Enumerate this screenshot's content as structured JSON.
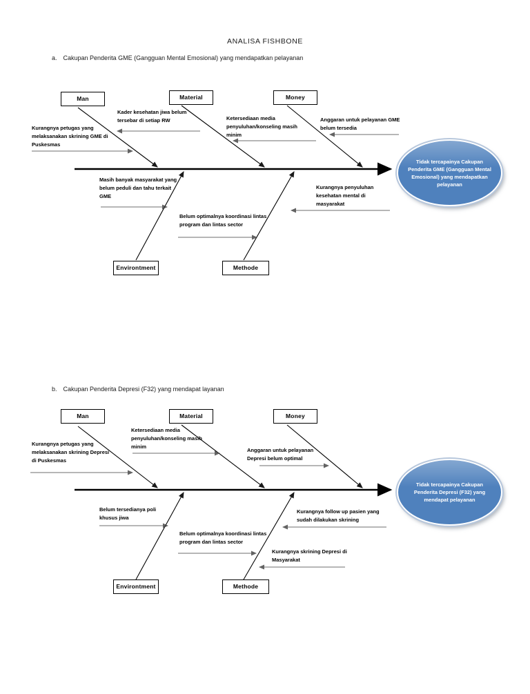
{
  "page": {
    "title": "ANALISA FISHBONE"
  },
  "colors": {
    "effect-fill": "#4f81bd",
    "effect-rim": "#b7c7dc",
    "line": "#000000",
    "cause-arrow": "#4a4a4a"
  },
  "categories": {
    "man": "Man",
    "material": "Material",
    "money": "Money",
    "environment": "Environtment",
    "methode": "Methode"
  },
  "sections": {
    "a": {
      "marker": "a.",
      "heading": "Cakupan Penderita GME (Gangguan Mental Emosional) yang mendapatkan pelayanan"
    },
    "b": {
      "marker": "b.",
      "heading": "Cakupan Penderita Depresi (F32) yang mendapat layanan"
    }
  },
  "diagram_a": {
    "effect": "Tidak tercapainya Cakupan Penderita GME (Gangguan Mental Emosional) yang mendapatkan pelayanan",
    "causes": {
      "kader": "Kader kesehatan jiwa belum tersebar di setiap RW",
      "petugas": "Kurangnya petugas yang melaksanakan skrining GME di Puskesmas",
      "media": "Ketersediaan media penyuluhan/konseling masih minim",
      "anggaran": "Anggaran untuk pelayanan GME belum tersedia",
      "masyarakat": "Masih banyak masyarakat yang belum peduli dan tahu terkait GME",
      "koordinasi": "Belum optimalnya koordinasi lintas program dan lintas sector",
      "penyuluhan": "Kurangnya penyuluhan kesehatan mental di masyarakat"
    }
  },
  "diagram_b": {
    "effect": "Tidak tercapainya Cakupan Penderita Depresi (F32) yang mendapat pelayanan",
    "causes": {
      "petugas": "Kurangnya petugas yang melaksanakan skrining Depresi di Puskesmas",
      "media": "Ketersediaan media penyuluhan/konseling masih minim",
      "anggaran": "Anggaran untuk pelayanan Depresi belum optimal",
      "poli": "Belum tersedianya poli khusus jiwa",
      "koordinasi": "Belum optimalnya koordinasi lintas program dan lintas sector",
      "followup": "Kurangnya follow up pasien yang sudah dilakukan skrining",
      "skrining": "Kurangnya skrining Depresi di Masyarakat"
    }
  }
}
